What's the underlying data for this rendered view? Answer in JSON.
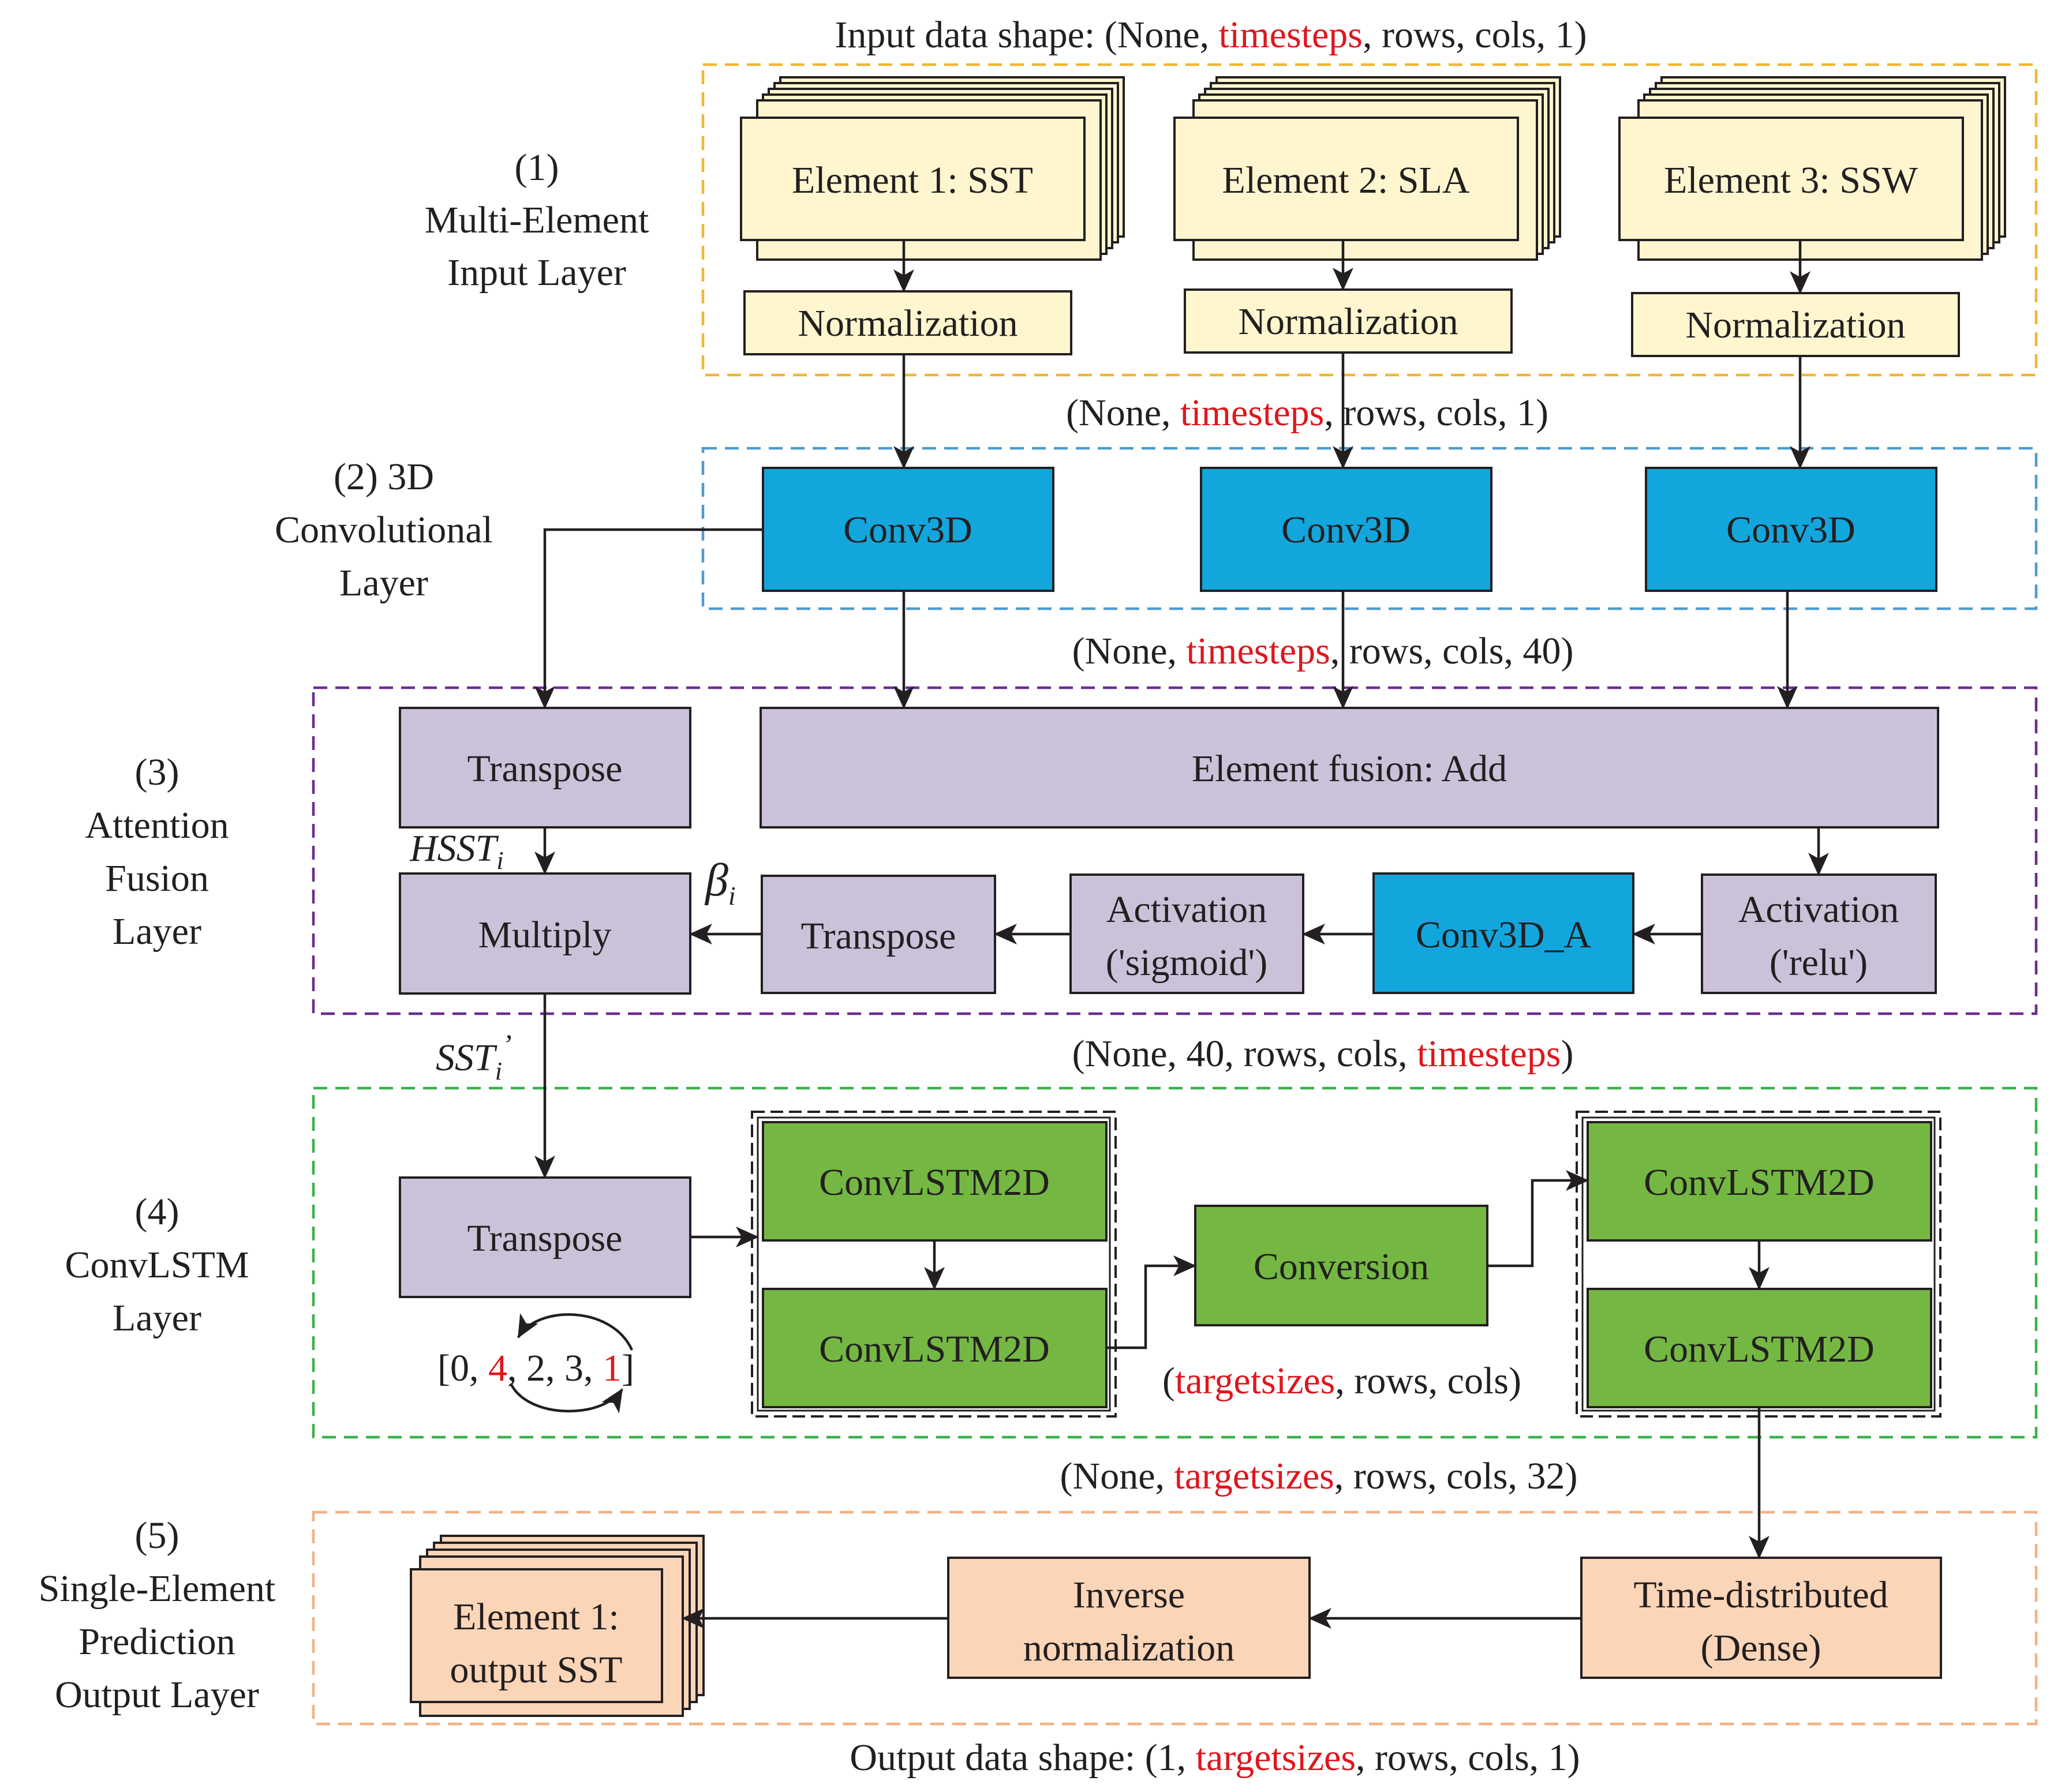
{
  "colors": {
    "input_region": "#f2b632",
    "conv_region": "#4f9bd0",
    "attention_region": "#6a2c91",
    "convlstm_region": "#3bb14a",
    "output_region": "#f4b183",
    "yellow_fill": "#fff6cf",
    "blue_fill": "#12a6dc",
    "purple_fill": "#cbc2da",
    "green_fill": "#74b843",
    "orange_fill": "#fad5b8",
    "highlight_text": "#e0161d"
  },
  "layers": {
    "input": {
      "line1": "(1)",
      "line2": "Multi-Element",
      "line3": "Input Layer"
    },
    "conv": {
      "line1": "(2) 3D",
      "line2": "Convolutional",
      "line3": "Layer"
    },
    "attention": {
      "line1": "(3)",
      "line2": "Attention",
      "line3": "Fusion",
      "line4": "Layer"
    },
    "convlstm": {
      "line1": "(4)",
      "line2": "ConvLSTM",
      "line3": "Layer"
    },
    "output": {
      "line1": "(5)",
      "line2": "Single-Element",
      "line3": "Prediction",
      "line4": "Output Layer"
    }
  },
  "shapes": {
    "input": {
      "prefix": "Input data shape: (None, ",
      "highlight": "timesteps",
      "suffix": ", rows, cols, 1)"
    },
    "after_norm": {
      "prefix": "(None, ",
      "highlight": "timesteps",
      "suffix": ", rows, cols, 1)"
    },
    "after_conv": {
      "prefix": "(None, ",
      "highlight": "timesteps",
      "suffix": ", rows, cols, 40)"
    },
    "after_attention": {
      "prefix": "(None, 40, rows, cols, ",
      "highlight": "timesteps",
      "suffix": ")"
    },
    "conversion": {
      "prefix": "(",
      "highlight": "targetsizes",
      "suffix": ", rows, cols)"
    },
    "after_convlstm": {
      "prefix": "(None, ",
      "highlight": "targetsizes",
      "suffix": ", rows, cols, 32)"
    },
    "output": {
      "prefix": "Output data shape: (1, ",
      "highlight": "targetsizes",
      "suffix": ", rows, cols, 1)"
    }
  },
  "nodes": {
    "element1": "Element 1: SST",
    "element2": "Element 2: SLA",
    "element3": "Element 3: SSW",
    "normalization": "Normalization",
    "conv3d": "Conv3D",
    "transpose": "Transpose",
    "element_fusion": "Element fusion:  Add",
    "multiply": "Multiply",
    "activation": "Activation",
    "sigmoid": "('sigmoid')",
    "relu": "('relu')",
    "conv3d_a": "Conv3D_A",
    "convlstm2d": "ConvLSTM2D",
    "conversion": "Conversion",
    "time_distributed": "Time-distributed",
    "dense": "(Dense)",
    "inverse_line1": "Inverse",
    "inverse_line2": "normalization",
    "output_line1": "Element 1:",
    "output_line2": "output SST"
  },
  "symbols": {
    "hsst": "HSST",
    "hsst_sub": "i",
    "beta": "β",
    "beta_sub": "i",
    "sst": "SST",
    "sst_sub": "i",
    "sst_sup": "’"
  },
  "permutation": {
    "open": "[0, ",
    "swap_a": "4",
    "middle": ", 2, 3, ",
    "swap_b": "1",
    "close": "]"
  }
}
